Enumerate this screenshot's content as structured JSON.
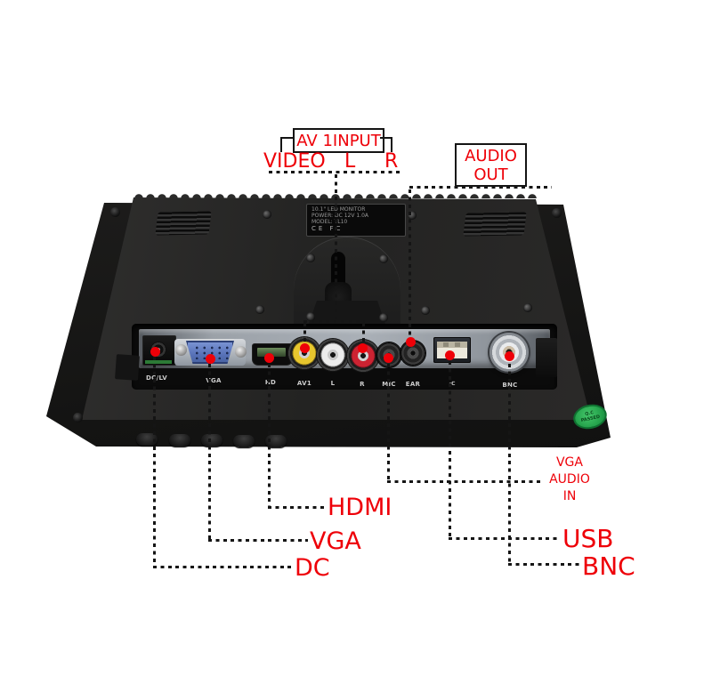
{
  "colors": {
    "annotation_red": "#ee0008",
    "line_black": "#151515",
    "sticker_green": "#23a04a",
    "vga_blue": "#5872b8"
  },
  "annotations": {
    "av_input": {
      "box_label": "AV 1INPUT",
      "video": "VIDEO",
      "l": "L",
      "r": "R"
    },
    "audio_out": {
      "line1": "AUDIO",
      "line2": "OUT"
    },
    "hdmi": "HDMI",
    "vga": "VGA",
    "dc": "DC",
    "vga_audio_in": {
      "line1": "VGA",
      "line2": "AUDIO",
      "line3": "IN"
    },
    "usb": "USB",
    "bnc": "BNC"
  },
  "monitor": {
    "info_plate": {
      "line1": "10.1\" LED MONITOR",
      "line2": "POWER: DC 12V 1.0A",
      "line3": "MODEL: TL10",
      "marks": "CE FC"
    },
    "qc_sticker": {
      "line1": "Q.C",
      "line2": "PASSED"
    },
    "ports": [
      {
        "id": "dc",
        "label": "DC/LV"
      },
      {
        "id": "vga",
        "label": "VGA"
      },
      {
        "id": "hdmi",
        "label": "HD"
      },
      {
        "id": "av1",
        "label": "AV1"
      },
      {
        "id": "l",
        "label": "L"
      },
      {
        "id": "r",
        "label": "R"
      },
      {
        "id": "mic",
        "label": "MIC"
      },
      {
        "id": "ear",
        "label": "EAR"
      },
      {
        "id": "usb",
        "label": "⑂"
      },
      {
        "id": "bnc",
        "label": "BNC"
      }
    ]
  }
}
